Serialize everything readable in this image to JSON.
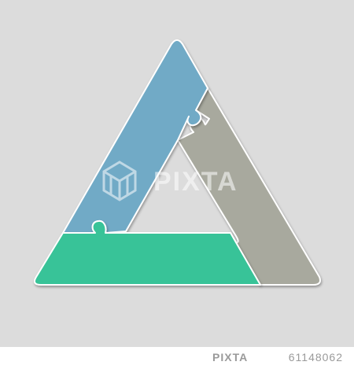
{
  "colors": {
    "background": "#dcdcdc",
    "blue_piece": "#71aac6",
    "gray_piece": "#a8a99e",
    "green_piece": "#37c398",
    "outline": "#ffffff"
  },
  "watermark": {
    "logo_text": "PIXTA"
  },
  "footer": {
    "logo_text": "PIXTA",
    "image_id": "61148062"
  }
}
